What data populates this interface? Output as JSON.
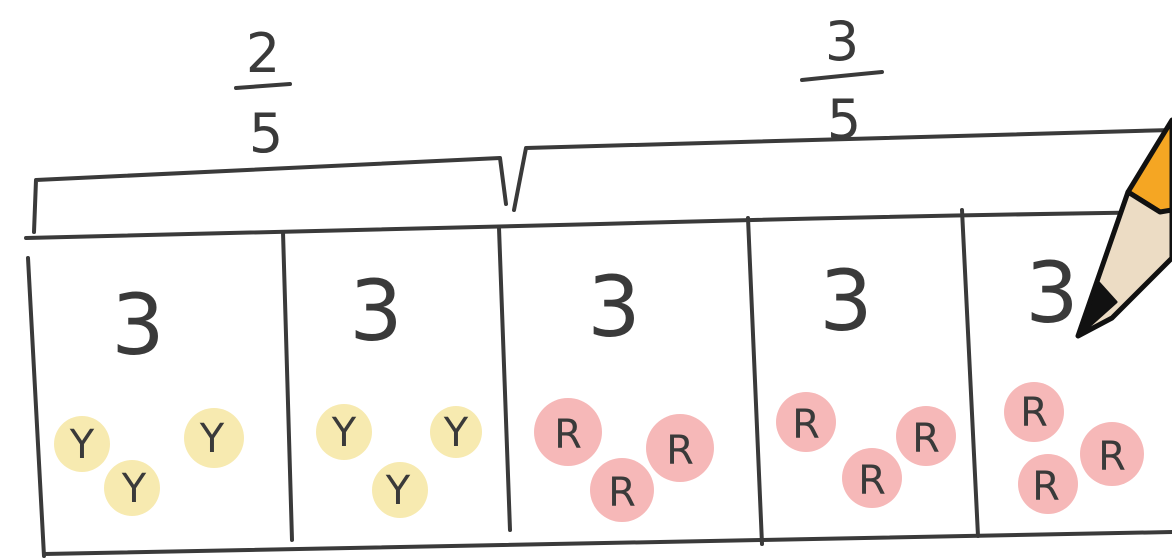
{
  "fractions": {
    "left": {
      "numerator": "2",
      "denominator": "5"
    },
    "right": {
      "numerator": "3",
      "denominator": "5"
    }
  },
  "cells": [
    {
      "number": "3",
      "letters": [
        "Y",
        "Y",
        "Y"
      ],
      "color": "yellow"
    },
    {
      "number": "3",
      "letters": [
        "Y",
        "Y",
        "Y"
      ],
      "color": "yellow"
    },
    {
      "number": "3",
      "letters": [
        "R",
        "R",
        "R"
      ],
      "color": "red"
    },
    {
      "number": "3",
      "letters": [
        "R",
        "R",
        "R"
      ],
      "color": "red"
    },
    {
      "number": "3",
      "letters": [
        "R",
        "R",
        "R"
      ],
      "color": "red"
    }
  ],
  "colors": {
    "ink": "#3a3a3a",
    "yellow_blob": "#f7eab0",
    "red_blob": "#f6b8b8",
    "pencil_body": "#f5a623",
    "pencil_wood": "#ecdcc4",
    "pencil_lead": "#111111"
  },
  "icons": {
    "pencil": "pencil-icon"
  }
}
